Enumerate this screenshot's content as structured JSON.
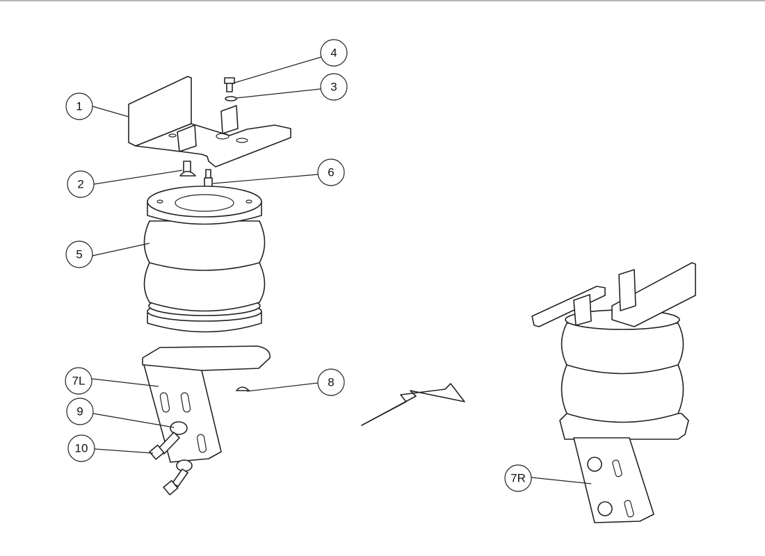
{
  "diagram": {
    "callouts": [
      {
        "id": "1",
        "label": "1"
      },
      {
        "id": "2",
        "label": "2"
      },
      {
        "id": "3",
        "label": "3"
      },
      {
        "id": "4",
        "label": "4"
      },
      {
        "id": "5",
        "label": "5"
      },
      {
        "id": "6",
        "label": "6"
      },
      {
        "id": "7L",
        "label": "7L"
      },
      {
        "id": "8",
        "label": "8"
      },
      {
        "id": "9",
        "label": "9"
      },
      {
        "id": "10",
        "label": "10"
      },
      {
        "id": "7R",
        "label": "7R"
      }
    ],
    "colors": {
      "line": "#222222",
      "topbar": "#b5b5b5"
    }
  }
}
